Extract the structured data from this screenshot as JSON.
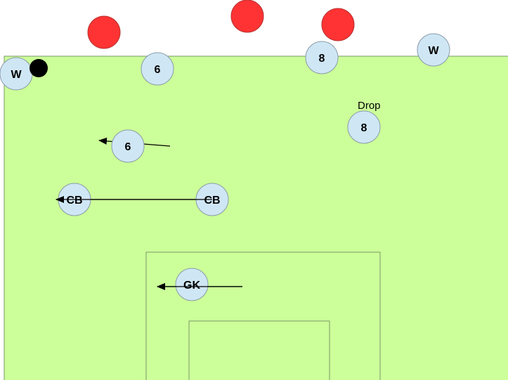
{
  "colors": {
    "pitch": "#ccff99",
    "pitch_line": "#7a9a6a",
    "player_fill": "#cfe7f5",
    "player_stroke": "#8a9aa8",
    "opponent_fill": "#ff3333",
    "opponent_stroke": "#b53030",
    "ball": "#000000",
    "arrow": "#000000"
  },
  "players": [
    {
      "id": "w-left",
      "label": "W"
    },
    {
      "id": "6-top",
      "label": "6"
    },
    {
      "id": "8-top",
      "label": "8"
    },
    {
      "id": "w-right",
      "label": "W"
    },
    {
      "id": "8-drop",
      "label": "8"
    },
    {
      "id": "6-mid",
      "label": "6"
    },
    {
      "id": "cb-left",
      "label": "CB"
    },
    {
      "id": "cb-right",
      "label": "CB"
    },
    {
      "id": "gk",
      "label": "GK"
    }
  ],
  "opponents": [
    {
      "id": "opp-1"
    },
    {
      "id": "opp-2"
    },
    {
      "id": "opp-3"
    }
  ],
  "annotations": {
    "drop_label": "Drop"
  },
  "ball": {
    "icon": "ball-icon"
  }
}
